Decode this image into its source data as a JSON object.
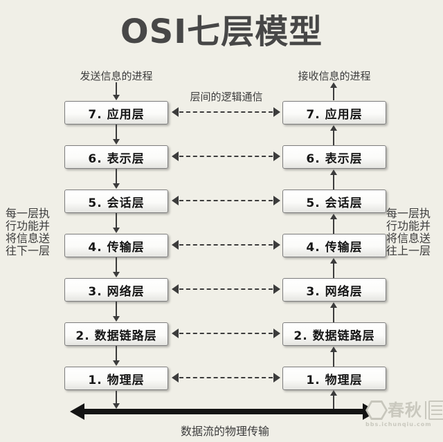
{
  "title": "OSI七层模型",
  "left_column": {
    "header": "发送信息的进程",
    "side_note_lines": [
      "每一层执",
      "行功能并",
      "将信息送",
      "往下一层"
    ]
  },
  "right_column": {
    "header": "接收信息的进程",
    "side_note_lines": [
      "每一层执",
      "行功能并",
      "将信息送",
      "往上一层"
    ]
  },
  "center_label": "层间的逻辑通信",
  "layers": [
    {
      "label": "7. 应用层"
    },
    {
      "label": "6. 表示层"
    },
    {
      "label": "5. 会话层"
    },
    {
      "label": "4. 传输层"
    },
    {
      "label": "3. 网络层"
    },
    {
      "label": "2. 数据链路层"
    },
    {
      "label": "1. 物理层"
    }
  ],
  "bottom_caption": "数据流的物理传输",
  "watermark": {
    "logo_text": "春秋",
    "url": "bbs.ichunqiu.com"
  },
  "colors": {
    "background": "#f0efe7",
    "box_border": "#7d7d7d",
    "arrow": "#3c3c3c",
    "thick_arrow": "#141414",
    "watermark": "#c9c8be"
  }
}
